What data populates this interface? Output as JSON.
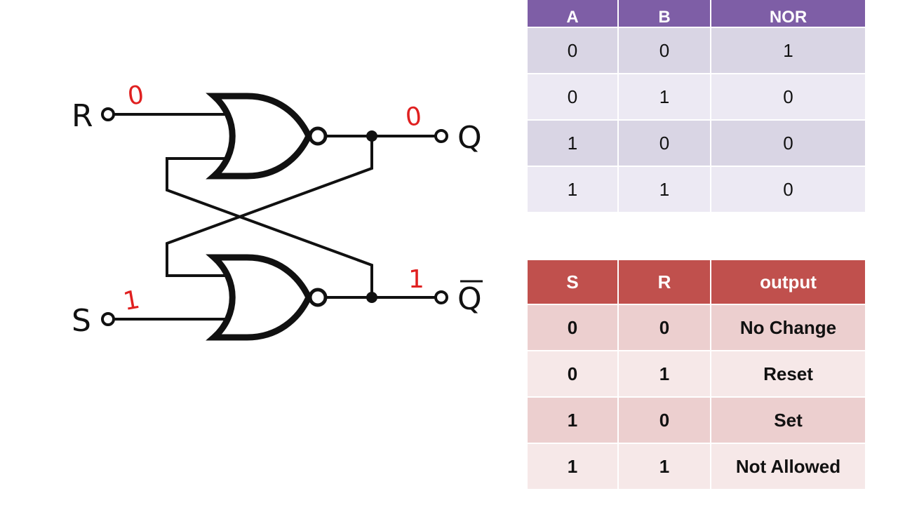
{
  "colors": {
    "nor_header": "#7e5ea6",
    "nor_row_dark": "#d9d5e4",
    "nor_row_light": "#ece9f3",
    "sr_header": "#c0504d",
    "sr_row_dark": "#eccfcf",
    "sr_row_light": "#f6e8e8",
    "annotation": "#e02020"
  },
  "circuit": {
    "inputs": {
      "r_label": "R",
      "s_label": "S"
    },
    "outputs": {
      "q_label": "Q",
      "qbar_label": "Q"
    },
    "gates": [
      "NOR",
      "NOR"
    ],
    "annotations": {
      "r_value": "0",
      "s_value": "1",
      "q_value": "0",
      "qbar_value": "1"
    }
  },
  "nor_table": {
    "headers": [
      "A",
      "B",
      "NOR"
    ],
    "rows": [
      [
        "0",
        "0",
        "1"
      ],
      [
        "0",
        "1",
        "0"
      ],
      [
        "1",
        "0",
        "0"
      ],
      [
        "1",
        "1",
        "0"
      ]
    ]
  },
  "sr_table": {
    "headers": [
      "S",
      "R",
      "output"
    ],
    "rows": [
      [
        "0",
        "0",
        "No Change"
      ],
      [
        "0",
        "1",
        "Reset"
      ],
      [
        "1",
        "0",
        "Set"
      ],
      [
        "1",
        "1",
        "Not Allowed"
      ]
    ]
  }
}
